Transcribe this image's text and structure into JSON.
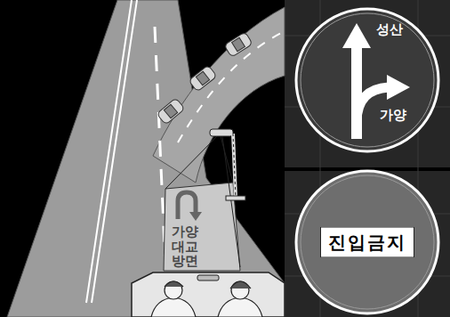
{
  "diagram": {
    "nodes": [
      {
        "text": [
          "성산",
          "가양"
        ]
      },
      {
        "text": [
          "진입금지"
        ]
      }
    ],
    "labels": [
      "가양 대교 방면"
    ]
  }
}
